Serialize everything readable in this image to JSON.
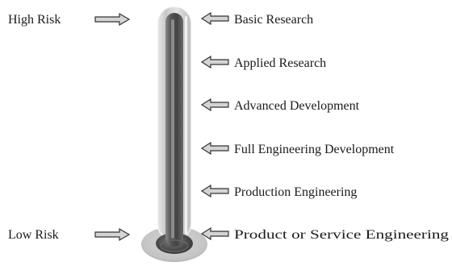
{
  "risk_labels": {
    "high": "High Risk",
    "low": "Low Risk"
  },
  "stages": [
    "Basic Research",
    "Applied Research",
    "Advanced Development",
    "Full Engineering Development",
    "Production Engineering",
    "Product or Service Engineering"
  ],
  "icons": {
    "arrow": "outline-arrow-icon",
    "thermometer": "thermometer-icon"
  },
  "colors": {
    "text": "#1a1a1a",
    "arrow_fill": "#d4d4d4",
    "arrow_stroke": "#333333",
    "tube_outer": "#b8b8b8",
    "tube_inner": "#5e5e5e"
  }
}
